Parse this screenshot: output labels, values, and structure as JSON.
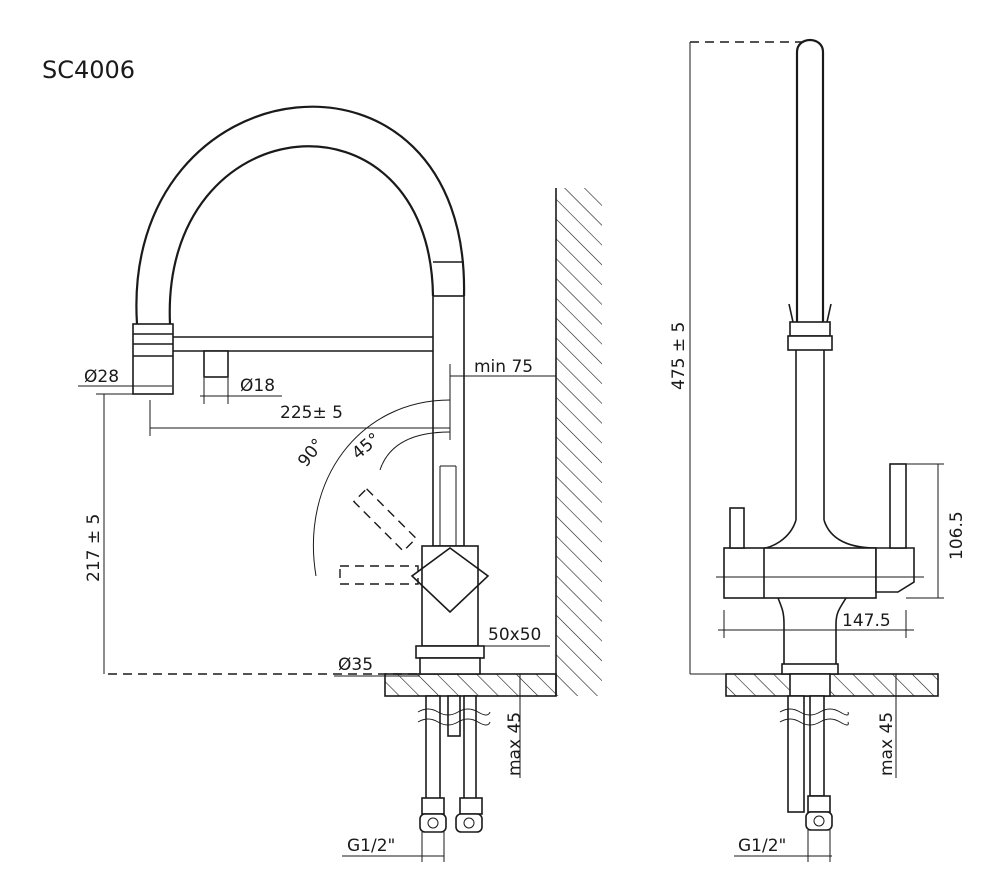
{
  "model": "SC4006",
  "dimensions": {
    "spray_head_diameter": "Ø28",
    "spout_outlet_diameter": "Ø18",
    "reach": "225± 5",
    "wall_clearance": "min 75",
    "lever_rotation": "90°",
    "lever_angle": "45°",
    "body_section": "50x50",
    "base_diameter": "Ø35",
    "height_under_spout": "217 ± 5",
    "max_counter_thickness_left": "max 45",
    "connection_left": "G1/2\"",
    "total_height": "475 ± 5",
    "handle_height": "106.5",
    "body_width": "147.5",
    "max_counter_thickness_right": "max 45",
    "connection_right": "G1/2\""
  },
  "colors": {
    "line": "#1a1a1a",
    "background": "#ffffff"
  }
}
